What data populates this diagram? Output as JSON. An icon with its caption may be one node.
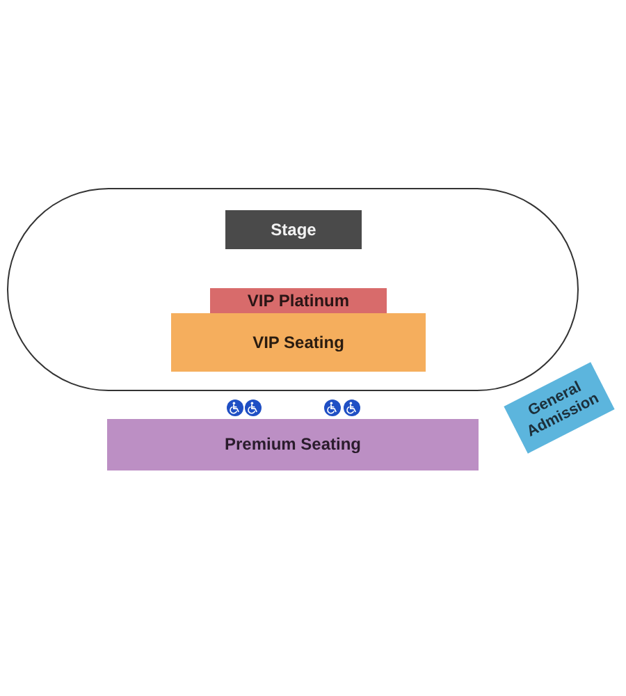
{
  "diagram": {
    "nodes": [
      {
        "text": [],
        "shape": "oval"
      },
      {
        "text": [
          "Stage"
        ],
        "in": 0
      },
      {
        "text": [
          "VIP Platinum"
        ],
        "in": 0
      },
      {
        "text": [
          "VIP Seating"
        ],
        "in": 0
      },
      {
        "text": [
          "Premium Seating"
        ]
      },
      {
        "text": [
          "General Admission"
        ]
      }
    ]
  }
}
